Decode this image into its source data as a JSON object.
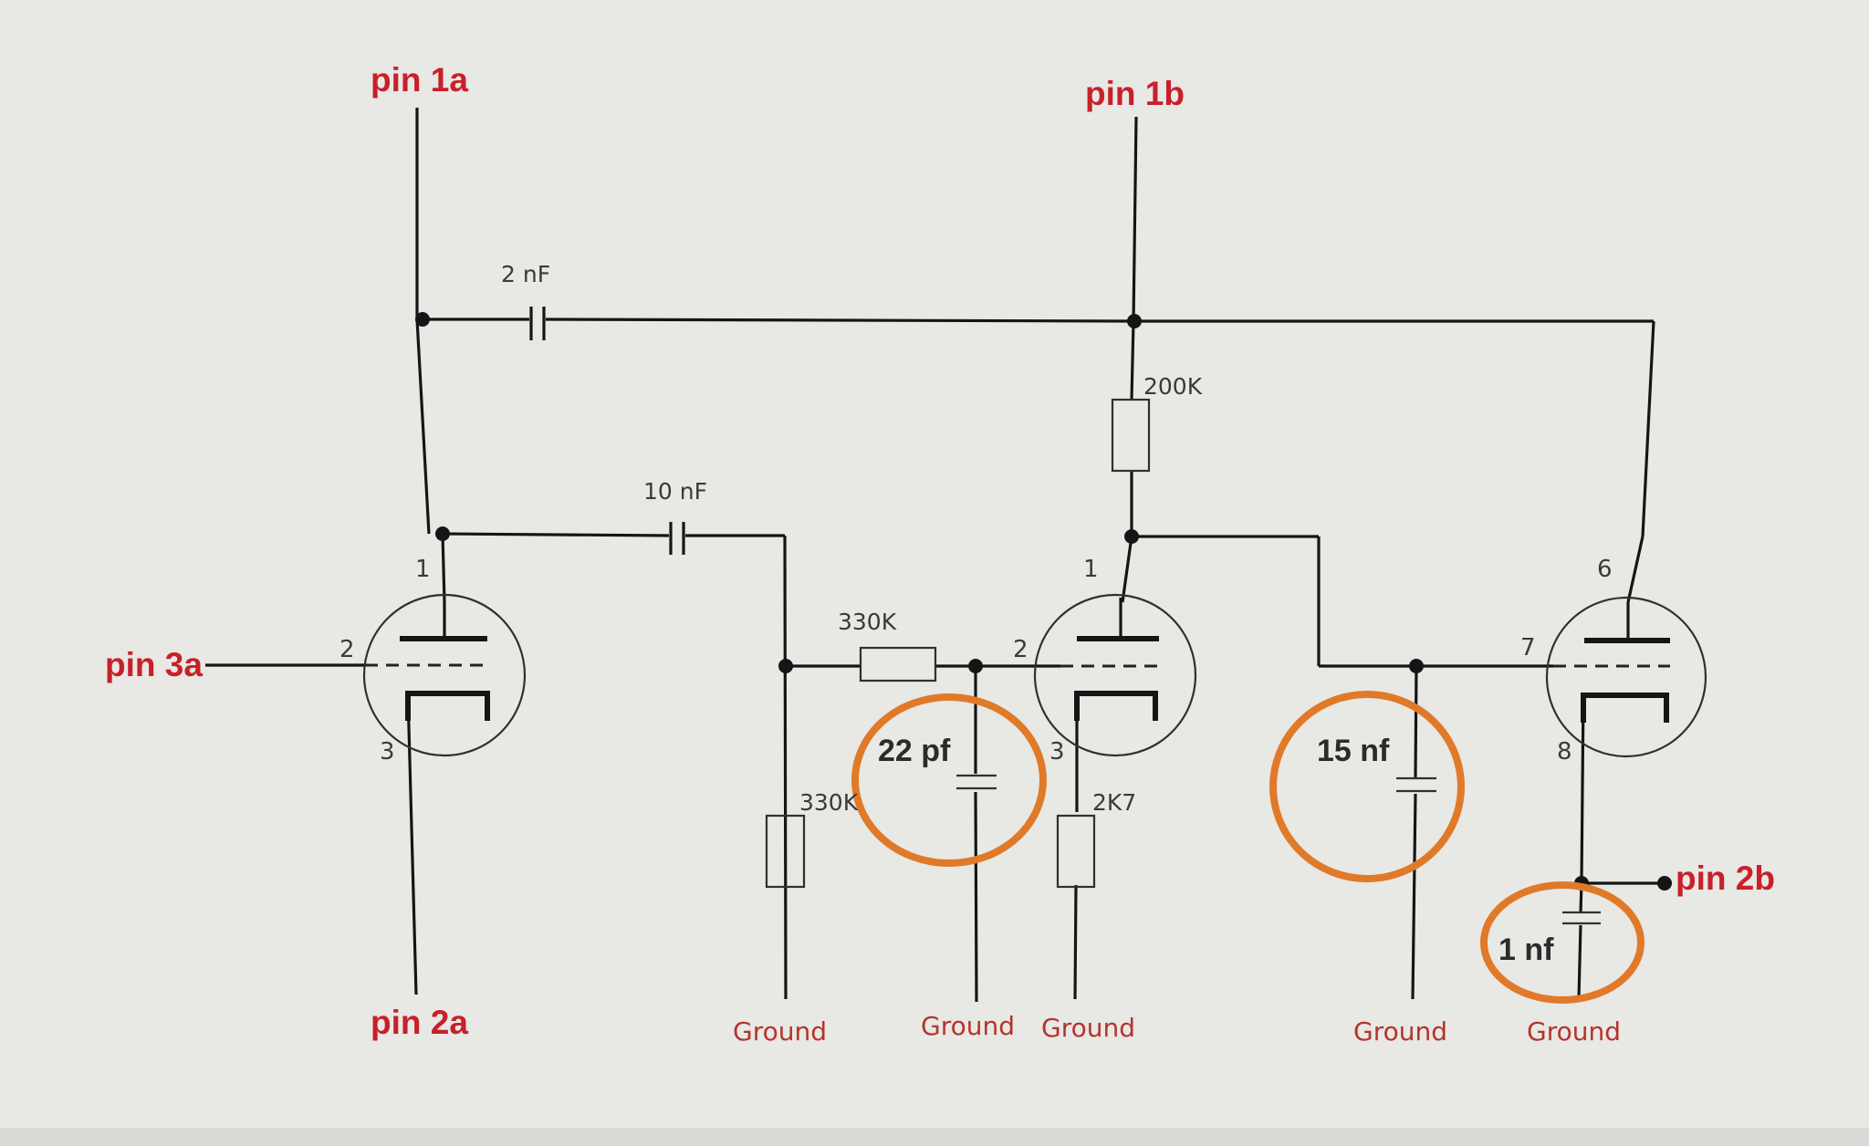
{
  "pins": {
    "pin_1a": "pin 1a",
    "pin_1b": "pin 1b",
    "pin_2a": "pin 2a",
    "pin_2b": "pin 2b",
    "pin_3a": "pin 3a"
  },
  "components": {
    "cap_2nF": "2 nF",
    "cap_10nF": "10 nF",
    "res_200K": "200K",
    "res_330K_series": "330K",
    "res_330K_ground": "330K",
    "res_2K7": "2K7"
  },
  "highlighted_caps": {
    "cap_22pf": "22 pf",
    "cap_15nf": "15 nf",
    "cap_1nf": "1 nf"
  },
  "grounds": [
    "Ground",
    "Ground",
    "Ground",
    "Ground",
    "Ground"
  ],
  "tube_pins": {
    "t1_anode": "1",
    "t1_grid": "2",
    "t1_cathode": "3",
    "t2_anode": "1",
    "t2_grid": "2",
    "t2_cathode": "3",
    "t3_anode": "6",
    "t3_grid": "7",
    "t3_cathode": "8"
  },
  "colors": {
    "background": "#d9d9d6",
    "pin_label": "#c8202a",
    "ground_label": "#b5342b",
    "highlight_ring": "#e07a28",
    "wire": "#151515"
  }
}
